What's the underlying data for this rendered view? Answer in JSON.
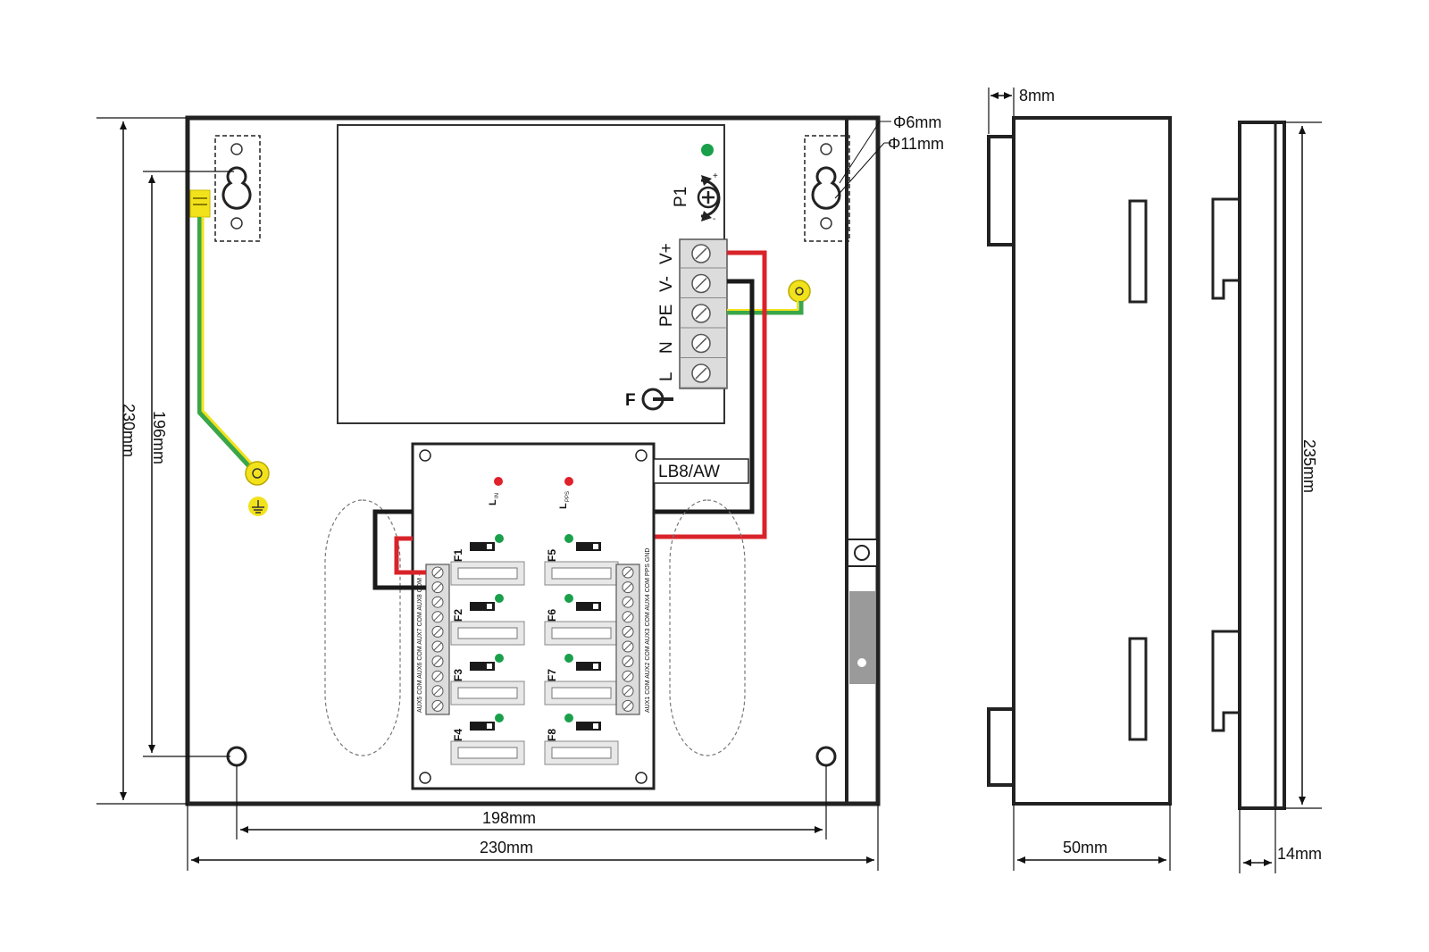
{
  "dimensions": {
    "front_height": "230mm",
    "mount_height": "196mm",
    "mount_width": "198mm",
    "front_width": "230mm",
    "hole_small": "Φ6mm",
    "hole_large": "Φ11mm",
    "side_offset": "8mm",
    "side_depth": "50mm",
    "back_height": "235mm",
    "back_depth": "14mm"
  },
  "psu": {
    "terminals": [
      "V+",
      "V-",
      "PE",
      "N",
      "L"
    ],
    "pot_label": "P1",
    "pot_plus": "+",
    "pot_minus": "-",
    "fuse_label": "F"
  },
  "board": {
    "model": "LB8/AW",
    "led_in": "L",
    "led_in_sub": "IN",
    "led_pps": "L",
    "led_pps_sub": "PPS",
    "fuses_left": [
      "F1",
      "F2",
      "F3",
      "F4"
    ],
    "fuses_right": [
      "F5",
      "F6",
      "F7",
      "F8"
    ],
    "left_terminals": "AUX5  COM AUX6  COM AUX7  COM AUX8  COM  +",
    "right_terminals": "AUX1  COM AUX2  COM AUX3  COM AUX4  COM  PPS  GND"
  },
  "colors": {
    "outline": "#222222",
    "wire_red": "#d9232a",
    "wire_black": "#1a1a1a",
    "wire_green": "#3aa64a",
    "wire_yellow": "#f2e21b",
    "led_green": "#1aa04b",
    "led_red": "#e0202a",
    "terminal_fill": "#dcdcdc",
    "tamper_fill": "#9a9a9a"
  }
}
